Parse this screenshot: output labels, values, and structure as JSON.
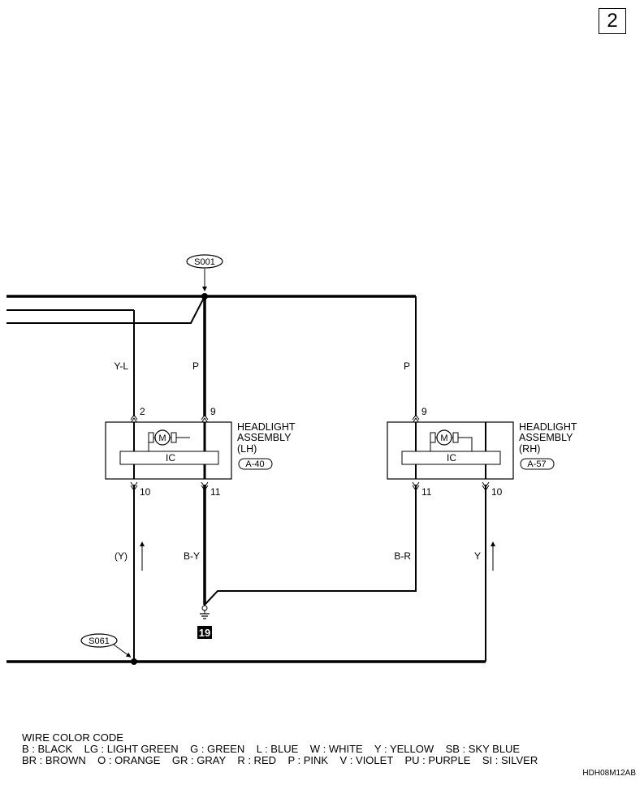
{
  "page_number": "2",
  "splices": {
    "top": "S001",
    "bottom": "S061"
  },
  "wires": {
    "lh_pin2": "Y-L",
    "lh_pin9": "P",
    "rh_pin9": "P",
    "lh_pin10": "(Y)",
    "lh_pin11": "B-Y",
    "rh_pin11": "B-R",
    "rh_pin10": "Y"
  },
  "components": {
    "lh": {
      "name_line1": "HEADLIGHT",
      "name_line2": "ASSEMBLY",
      "name_line3": "(LH)",
      "connector": "A-40",
      "motor": "M",
      "ic": "IC",
      "pins": {
        "top_a": "2",
        "top_b": "9",
        "bottom_a": "10",
        "bottom_b": "11"
      }
    },
    "rh": {
      "name_line1": "HEADLIGHT",
      "name_line2": "ASSEMBLY",
      "name_line3": "(RH)",
      "connector": "A-57",
      "motor": "M",
      "ic": "IC",
      "pins": {
        "top": "9",
        "bottom_a": "11",
        "bottom_b": "10"
      }
    }
  },
  "ground_number": "19",
  "legend": {
    "title": "WIRE COLOR CODE",
    "line1": "B : BLACK    LG : LIGHT GREEN    G : GREEN    L : BLUE    W : WHITE    Y : YELLOW    SB : SKY BLUE",
    "line2": "BR : BROWN    O : ORANGE    GR : GRAY    R : RED    P : PINK    V : VIOLET    PU : PURPLE    SI : SILVER"
  },
  "doc_code": "HDH08M12AB"
}
